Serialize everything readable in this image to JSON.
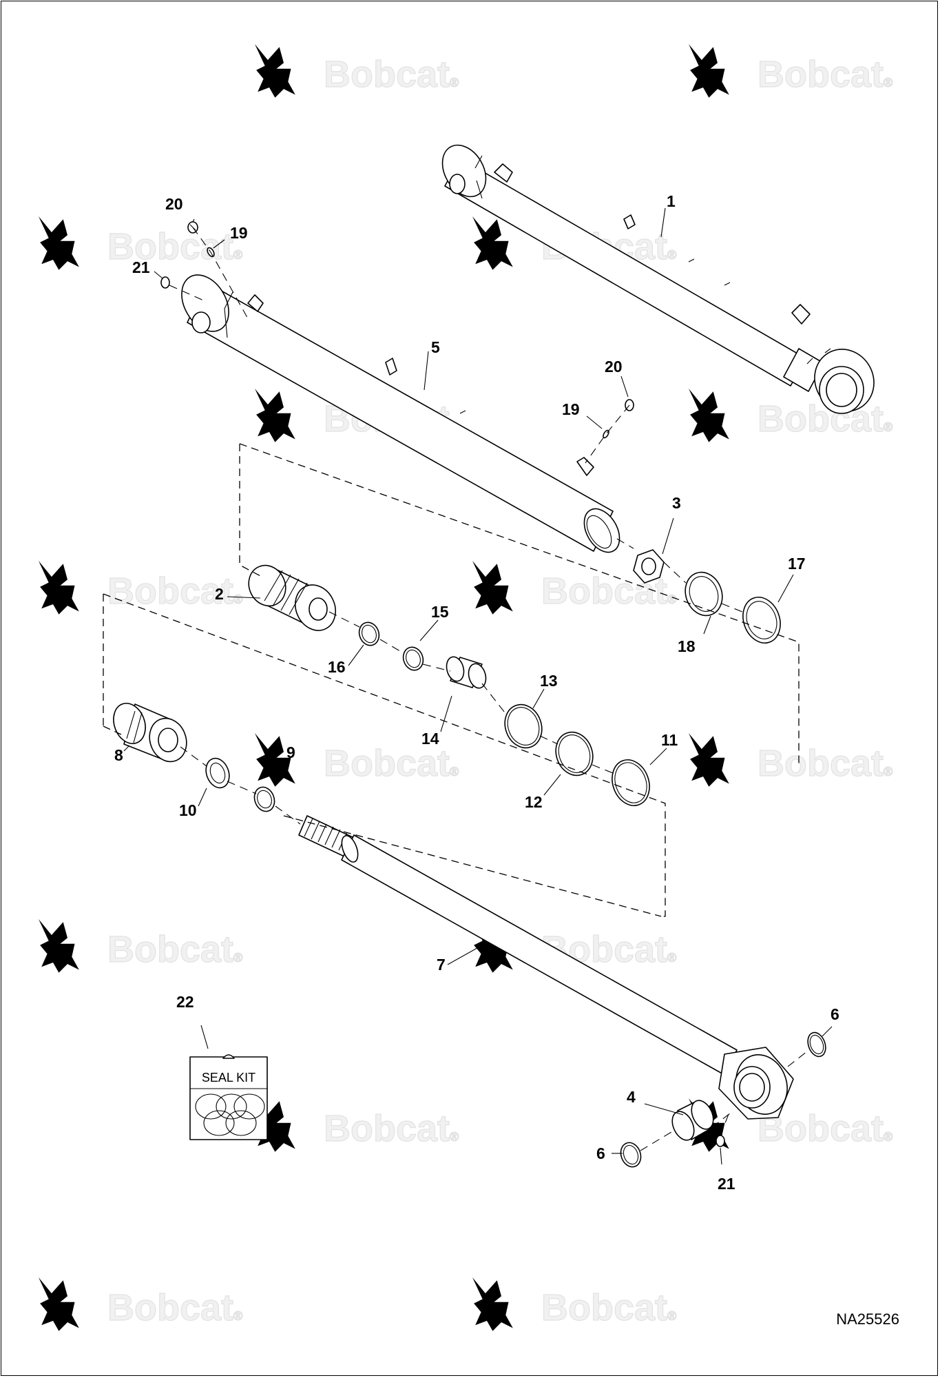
{
  "watermark": {
    "text": "Bobcat",
    "registered_mark": "®"
  },
  "callouts": [
    "1",
    "2",
    "3",
    "4",
    "5",
    "6",
    "6",
    "7",
    "8",
    "9",
    "10",
    "11",
    "12",
    "13",
    "14",
    "15",
    "16",
    "17",
    "18",
    "19",
    "19",
    "20",
    "20",
    "21",
    "21",
    "22"
  ],
  "seal_kit": {
    "label": "SEAL KIT"
  },
  "drawing_number": "NA25526"
}
